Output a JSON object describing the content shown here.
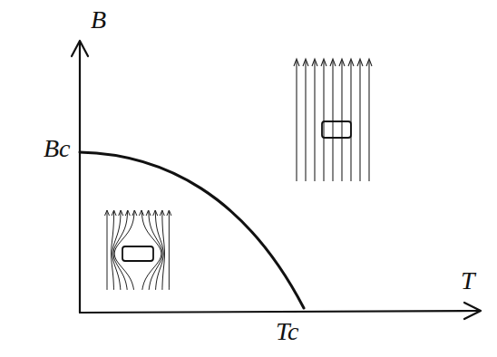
{
  "diagram": {
    "labels": [
      "B",
      "Bc",
      "T",
      "Tc"
    ]
  }
}
